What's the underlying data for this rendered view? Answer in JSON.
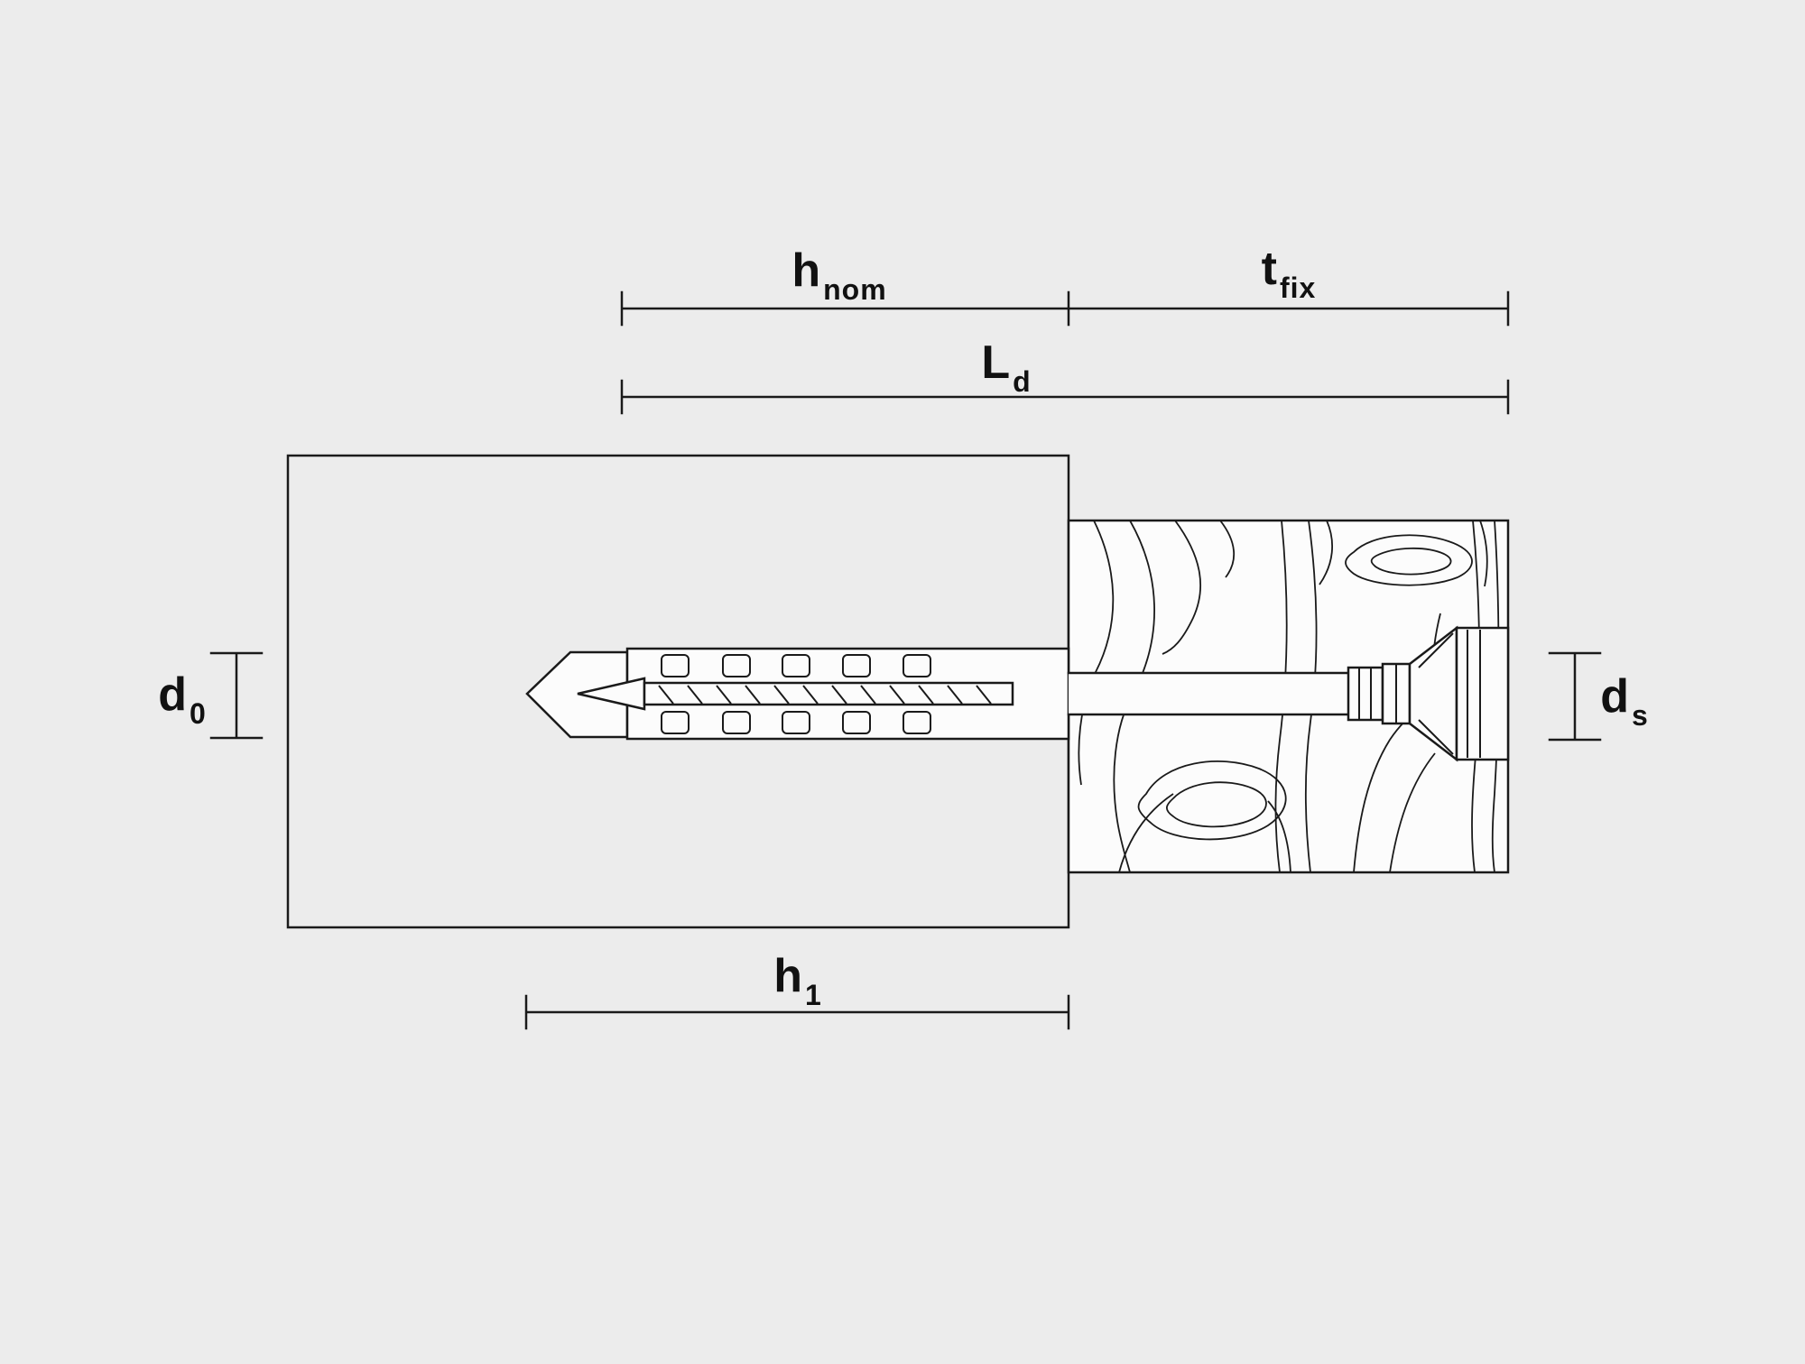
{
  "colors": {
    "background": "#ececec",
    "line": "#1a1a1a",
    "fill": "#fcfcfc"
  },
  "labels": {
    "h_nom": {
      "main": "h",
      "sub": "nom"
    },
    "t_fix": {
      "main": "t",
      "sub": "fix"
    },
    "l_d": {
      "main": "L",
      "sub": "d"
    },
    "h_1": {
      "main": "h",
      "sub": "1"
    },
    "d_0": {
      "main": "d",
      "sub": "0"
    },
    "d_s": {
      "main": "d",
      "sub": "s"
    }
  }
}
